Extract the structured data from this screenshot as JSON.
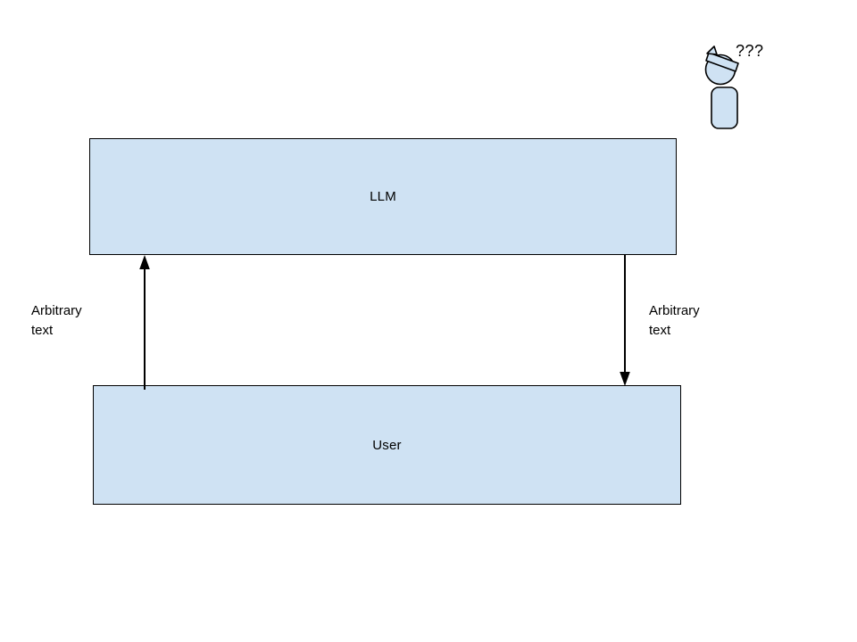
{
  "diagram": {
    "boxes": [
      {
        "id": "llm",
        "label": "LLM"
      },
      {
        "id": "user",
        "label": "User"
      }
    ],
    "arrows": [
      {
        "id": "user-to-llm",
        "direction": "up",
        "label": "Arbitrary text"
      },
      {
        "id": "llm-to-user",
        "direction": "down",
        "label": "Arbitrary text"
      }
    ],
    "confused_person": {
      "label": "???"
    },
    "colors": {
      "shape_fill": "#cfe2f3",
      "shape_border": "#000000",
      "arrow": "#000000",
      "text": "#000000",
      "background": "#ffffff"
    }
  }
}
